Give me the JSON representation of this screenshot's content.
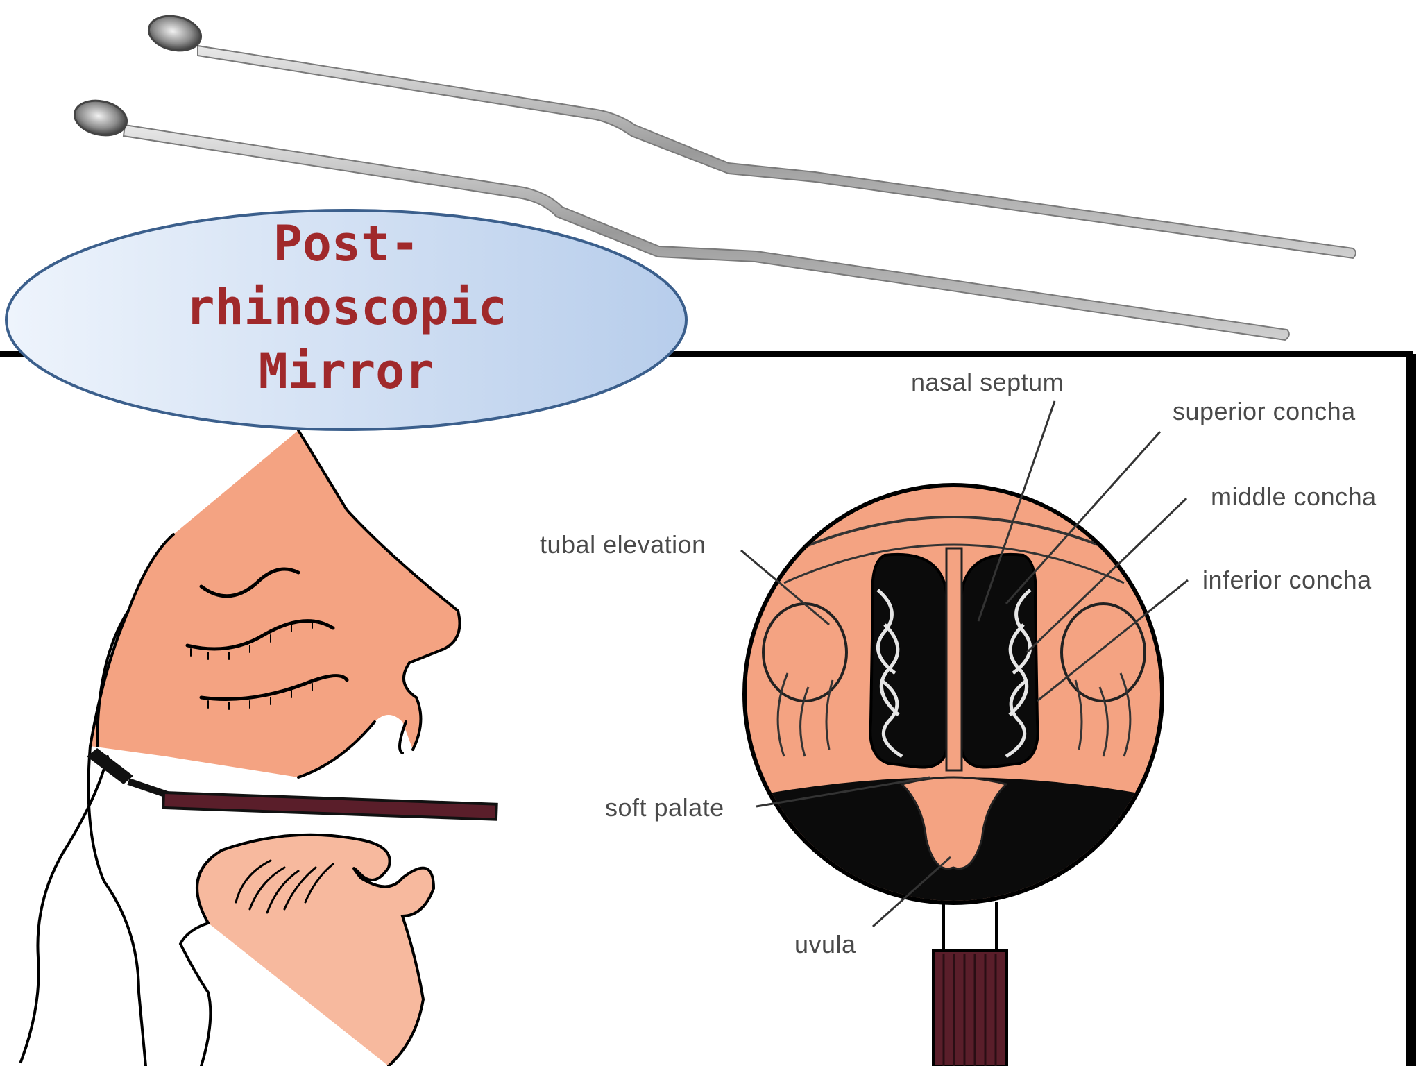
{
  "title": {
    "lines": [
      "Post-",
      "rhinoscopic",
      "Mirror"
    ]
  },
  "diagram_labels": {
    "nasal_septum": "nasal septum",
    "superior_concha": "superior concha",
    "middle_concha": "middle concha",
    "inferior_concha": "inferior concha",
    "tubal_elevation": "tubal elevation",
    "soft_palate": "soft palate",
    "uvula": "uvula"
  },
  "colors": {
    "skin": "#f4a382",
    "title_text": "#a0292b",
    "oval_fill_light": "#eef4fc",
    "oval_fill_dark": "#b7cdeb",
    "oval_border": "#3b5f8c",
    "mirror_handle": "#5a1e2a"
  }
}
